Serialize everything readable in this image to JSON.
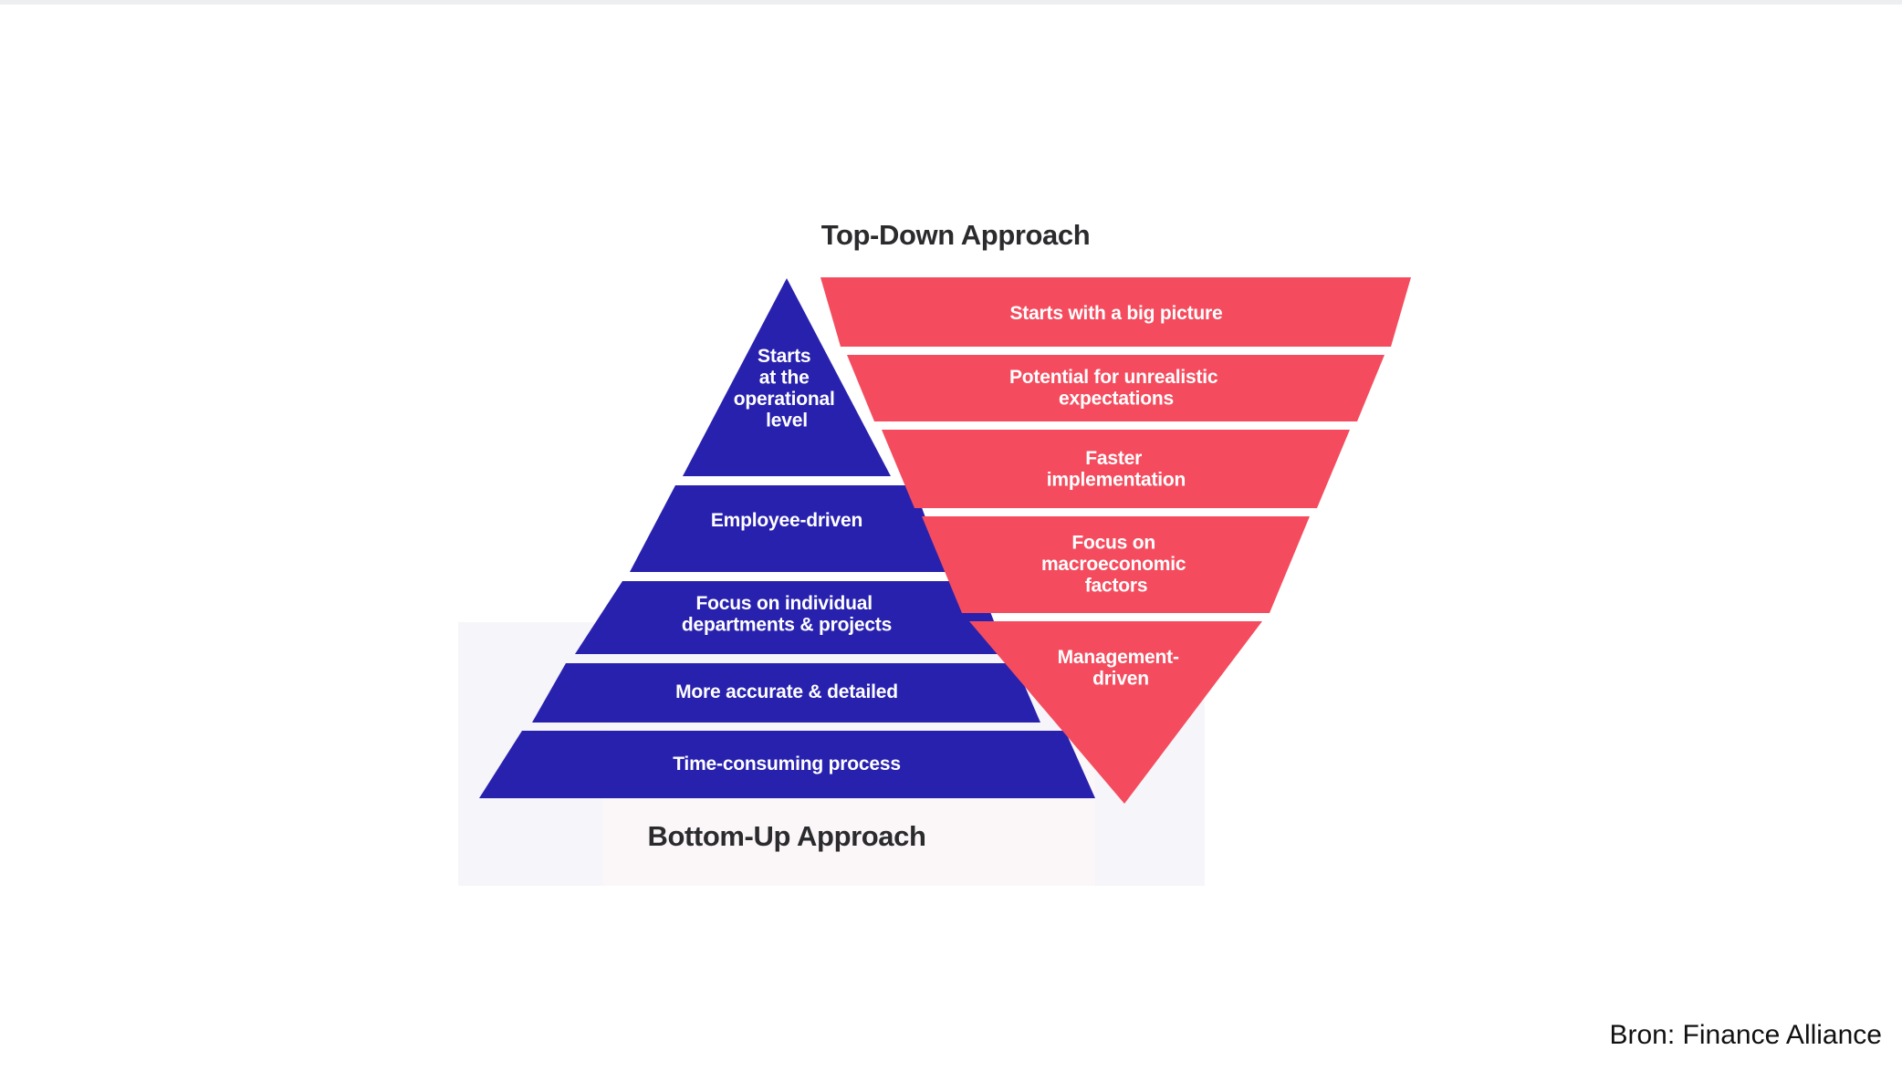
{
  "slide": {
    "background_color": "#ffffff",
    "panel_color": "#f6f5fa"
  },
  "headings": {
    "top": "Top-Down Approach",
    "bottom": "Bottom-Up Approach"
  },
  "colors": {
    "blue": "#2821ae",
    "red": "#f44c5e",
    "heading_text": "#2b2b2e",
    "band_text": "#ffffff",
    "panel": "#f6f5fa"
  },
  "source": {
    "label": "Bron: Finance Alliance"
  },
  "chart_data": {
    "type": "diagram",
    "title": "Top-Down Approach vs Bottom-Up Approach",
    "shapes": [
      {
        "name": "bottom-up-pyramid",
        "orientation": "pyramid-upright",
        "color": "#2821ae",
        "heading": "Bottom-Up Approach",
        "heading_position": "below",
        "bands": [
          {
            "index": 1,
            "label": "Starts\nat the\noperational\nlevel",
            "lines": [
              "Starts",
              "at the",
              "operational",
              "level"
            ]
          },
          {
            "index": 2,
            "label": "Employee-driven",
            "lines": [
              "Employee-driven"
            ]
          },
          {
            "index": 3,
            "label": "Focus on individual departments & projects",
            "lines": [
              "Focus on individual",
              "departments & projects"
            ]
          },
          {
            "index": 4,
            "label": "More accurate & detailed",
            "lines": [
              "More accurate & detailed"
            ]
          },
          {
            "index": 5,
            "label": "Time-consuming process",
            "lines": [
              "Time-consuming process"
            ]
          }
        ]
      },
      {
        "name": "top-down-funnel",
        "orientation": "pyramid-inverted",
        "color": "#f44c5e",
        "heading": "Top-Down Approach",
        "heading_position": "above",
        "bands": [
          {
            "index": 1,
            "label": "Starts with a big picture",
            "lines": [
              "Starts with a big picture"
            ]
          },
          {
            "index": 2,
            "label": "Potential for unrealistic expectations",
            "lines": [
              "Potential for unrealistic",
              "expectations"
            ]
          },
          {
            "index": 3,
            "label": "Faster implementation",
            "lines": [
              "Faster",
              "implementation"
            ]
          },
          {
            "index": 4,
            "label": "Focus on macroeconomic factors",
            "lines": [
              "Focus on",
              "macroeconomic",
              "factors"
            ]
          },
          {
            "index": 5,
            "label": "Management-driven",
            "lines": [
              "Management-",
              "driven"
            ]
          }
        ]
      }
    ]
  },
  "pyramid": {
    "b1l1": "Starts",
    "b1l2": "at the",
    "b1l3": "operational",
    "b1l4": "level",
    "b2l1": "Employee-driven",
    "b3l1": "Focus on individual",
    "b3l2": "departments & projects",
    "b4l1": "More accurate & detailed",
    "b5l1": "Time-consuming process"
  },
  "funnel": {
    "b1l1": "Starts with a big picture",
    "b2l1": "Potential for unrealistic",
    "b2l2": "expectations",
    "b3l1": "Faster",
    "b3l2": "implementation",
    "b4l1": "Focus on",
    "b4l2": "macroeconomic",
    "b4l3": "factors",
    "b5l1": "Management-",
    "b5l2": "driven"
  }
}
